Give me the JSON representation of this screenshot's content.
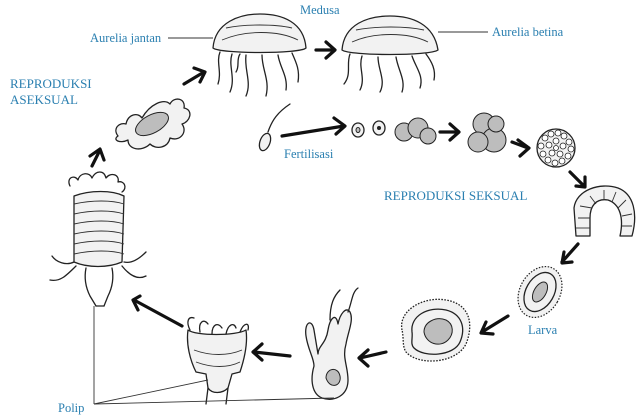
{
  "labels": {
    "medusa": "Medusa",
    "aurelia_jantan": "Aurelia jantan",
    "aurelia_betina": "Aurelia betina",
    "reproduksi_aseksual_line1": "REPRODUKSI",
    "reproduksi_aseksual_line2": "ASEKSUAL",
    "fertilisasi": "Fertilisasi",
    "reproduksi_seksual": "REPRODUKSI SEKSUAL",
    "larva": "Larva",
    "polip": "Polip"
  }
}
